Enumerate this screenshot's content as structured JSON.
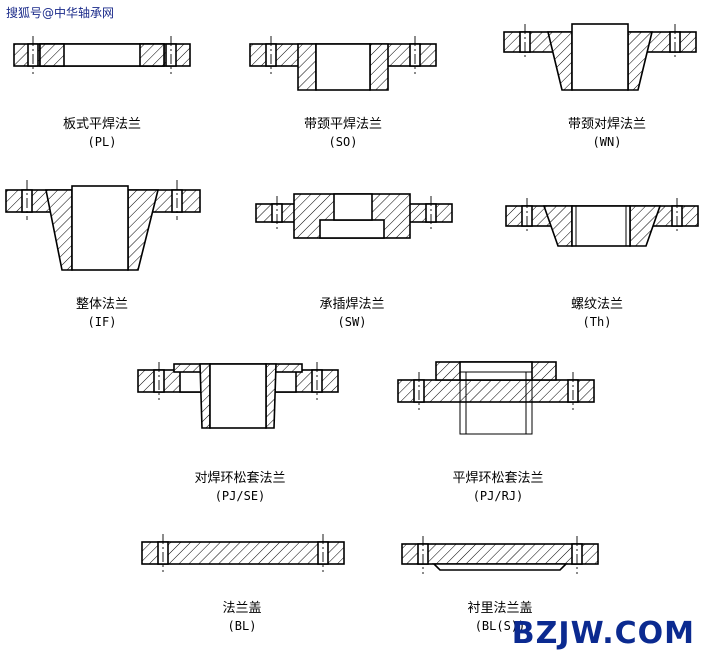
{
  "watermark_top": "搜狐号@中华轴承网",
  "watermark_bottom": "BZJW.COM",
  "flanges": [
    {
      "name": "板式平焊法兰",
      "code": "(PL)"
    },
    {
      "name": "带颈平焊法兰",
      "code": "(SO)"
    },
    {
      "name": "带颈对焊法兰",
      "code": "(WN)"
    },
    {
      "name": "整体法兰",
      "code": "(IF)"
    },
    {
      "name": "承插焊法兰",
      "code": "(SW)"
    },
    {
      "name": "螺纹法兰",
      "code": "(Th)"
    },
    {
      "name": "对焊环松套法兰",
      "code": "(PJ/SE)"
    },
    {
      "name": "平焊环松套法兰",
      "code": "(PJ/RJ)"
    },
    {
      "name": "法兰盖",
      "code": "(BL)"
    },
    {
      "name": "衬里法兰盖",
      "code": "(BL(S))"
    }
  ]
}
